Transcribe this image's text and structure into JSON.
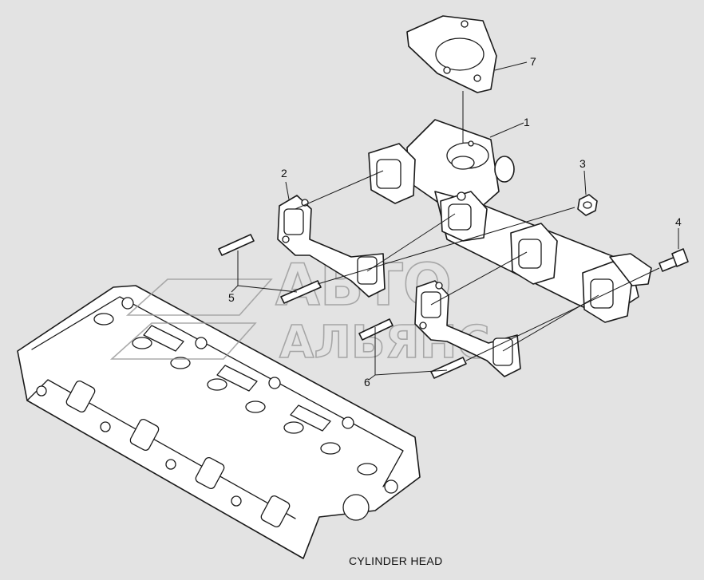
{
  "caption": "CYLINDER HEAD",
  "callouts": [
    {
      "id": "7",
      "label": "7"
    },
    {
      "id": "1",
      "label": "1"
    },
    {
      "id": "2",
      "label": "2"
    },
    {
      "id": "3",
      "label": "3"
    },
    {
      "id": "4",
      "label": "4"
    },
    {
      "id": "5",
      "label": "5"
    },
    {
      "id": "6",
      "label": "6"
    }
  ],
  "watermark": {
    "line1": "АВТО",
    "line2": "АЛЬЯНС"
  },
  "colors": {
    "background": "#e3e3e3",
    "line": "#1a1a1a",
    "part_fill": "#ffffff",
    "watermark": "#9c9c9c"
  }
}
